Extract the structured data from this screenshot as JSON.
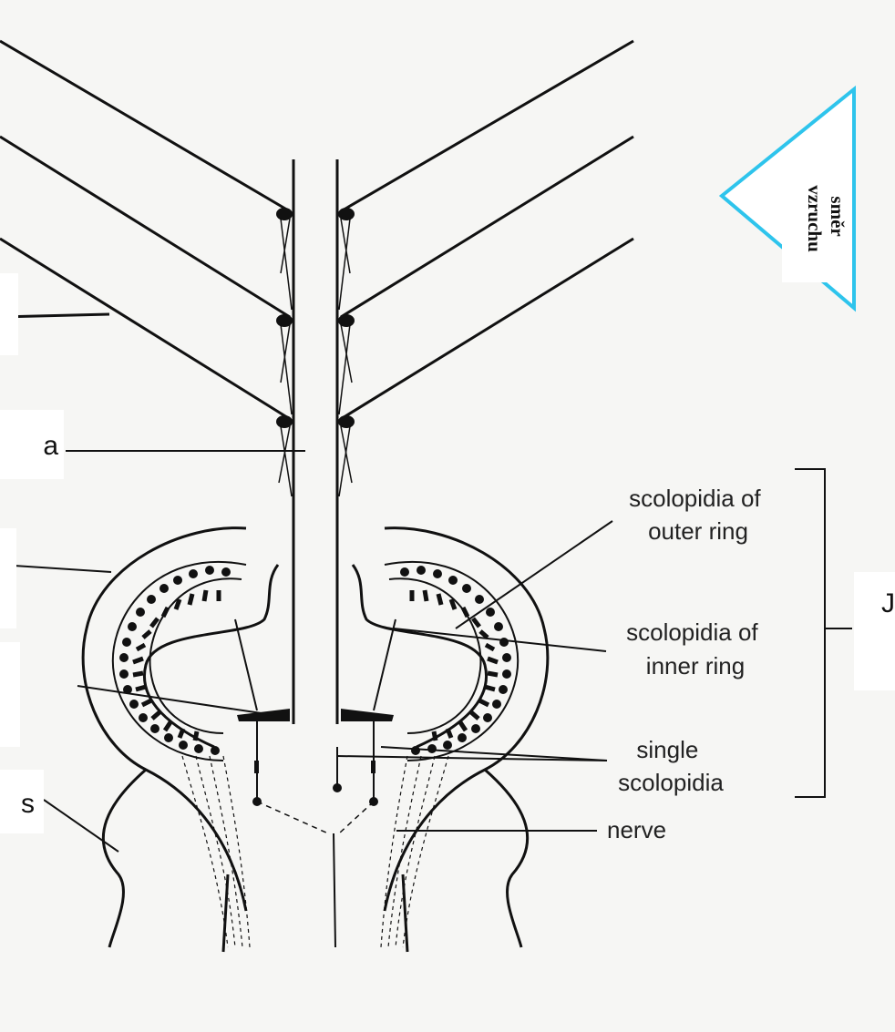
{
  "labels": {
    "outer_ring": [
      "scolopidia of",
      "outer ring"
    ],
    "inner_ring": [
      "scolopidia of",
      "inner ring"
    ],
    "single": [
      "single",
      "scolopidia"
    ],
    "nerve": "nerve"
  },
  "boxes": {
    "a": "a",
    "s": "s",
    "j": "J"
  },
  "stimulus_triangle": {
    "lines": [
      "směr",
      "vzruchu"
    ],
    "stroke_color": "#2ec4ec"
  },
  "colors": {
    "ink": "#111111",
    "background": "#f6f6f4",
    "label_box": "#ffffff"
  }
}
